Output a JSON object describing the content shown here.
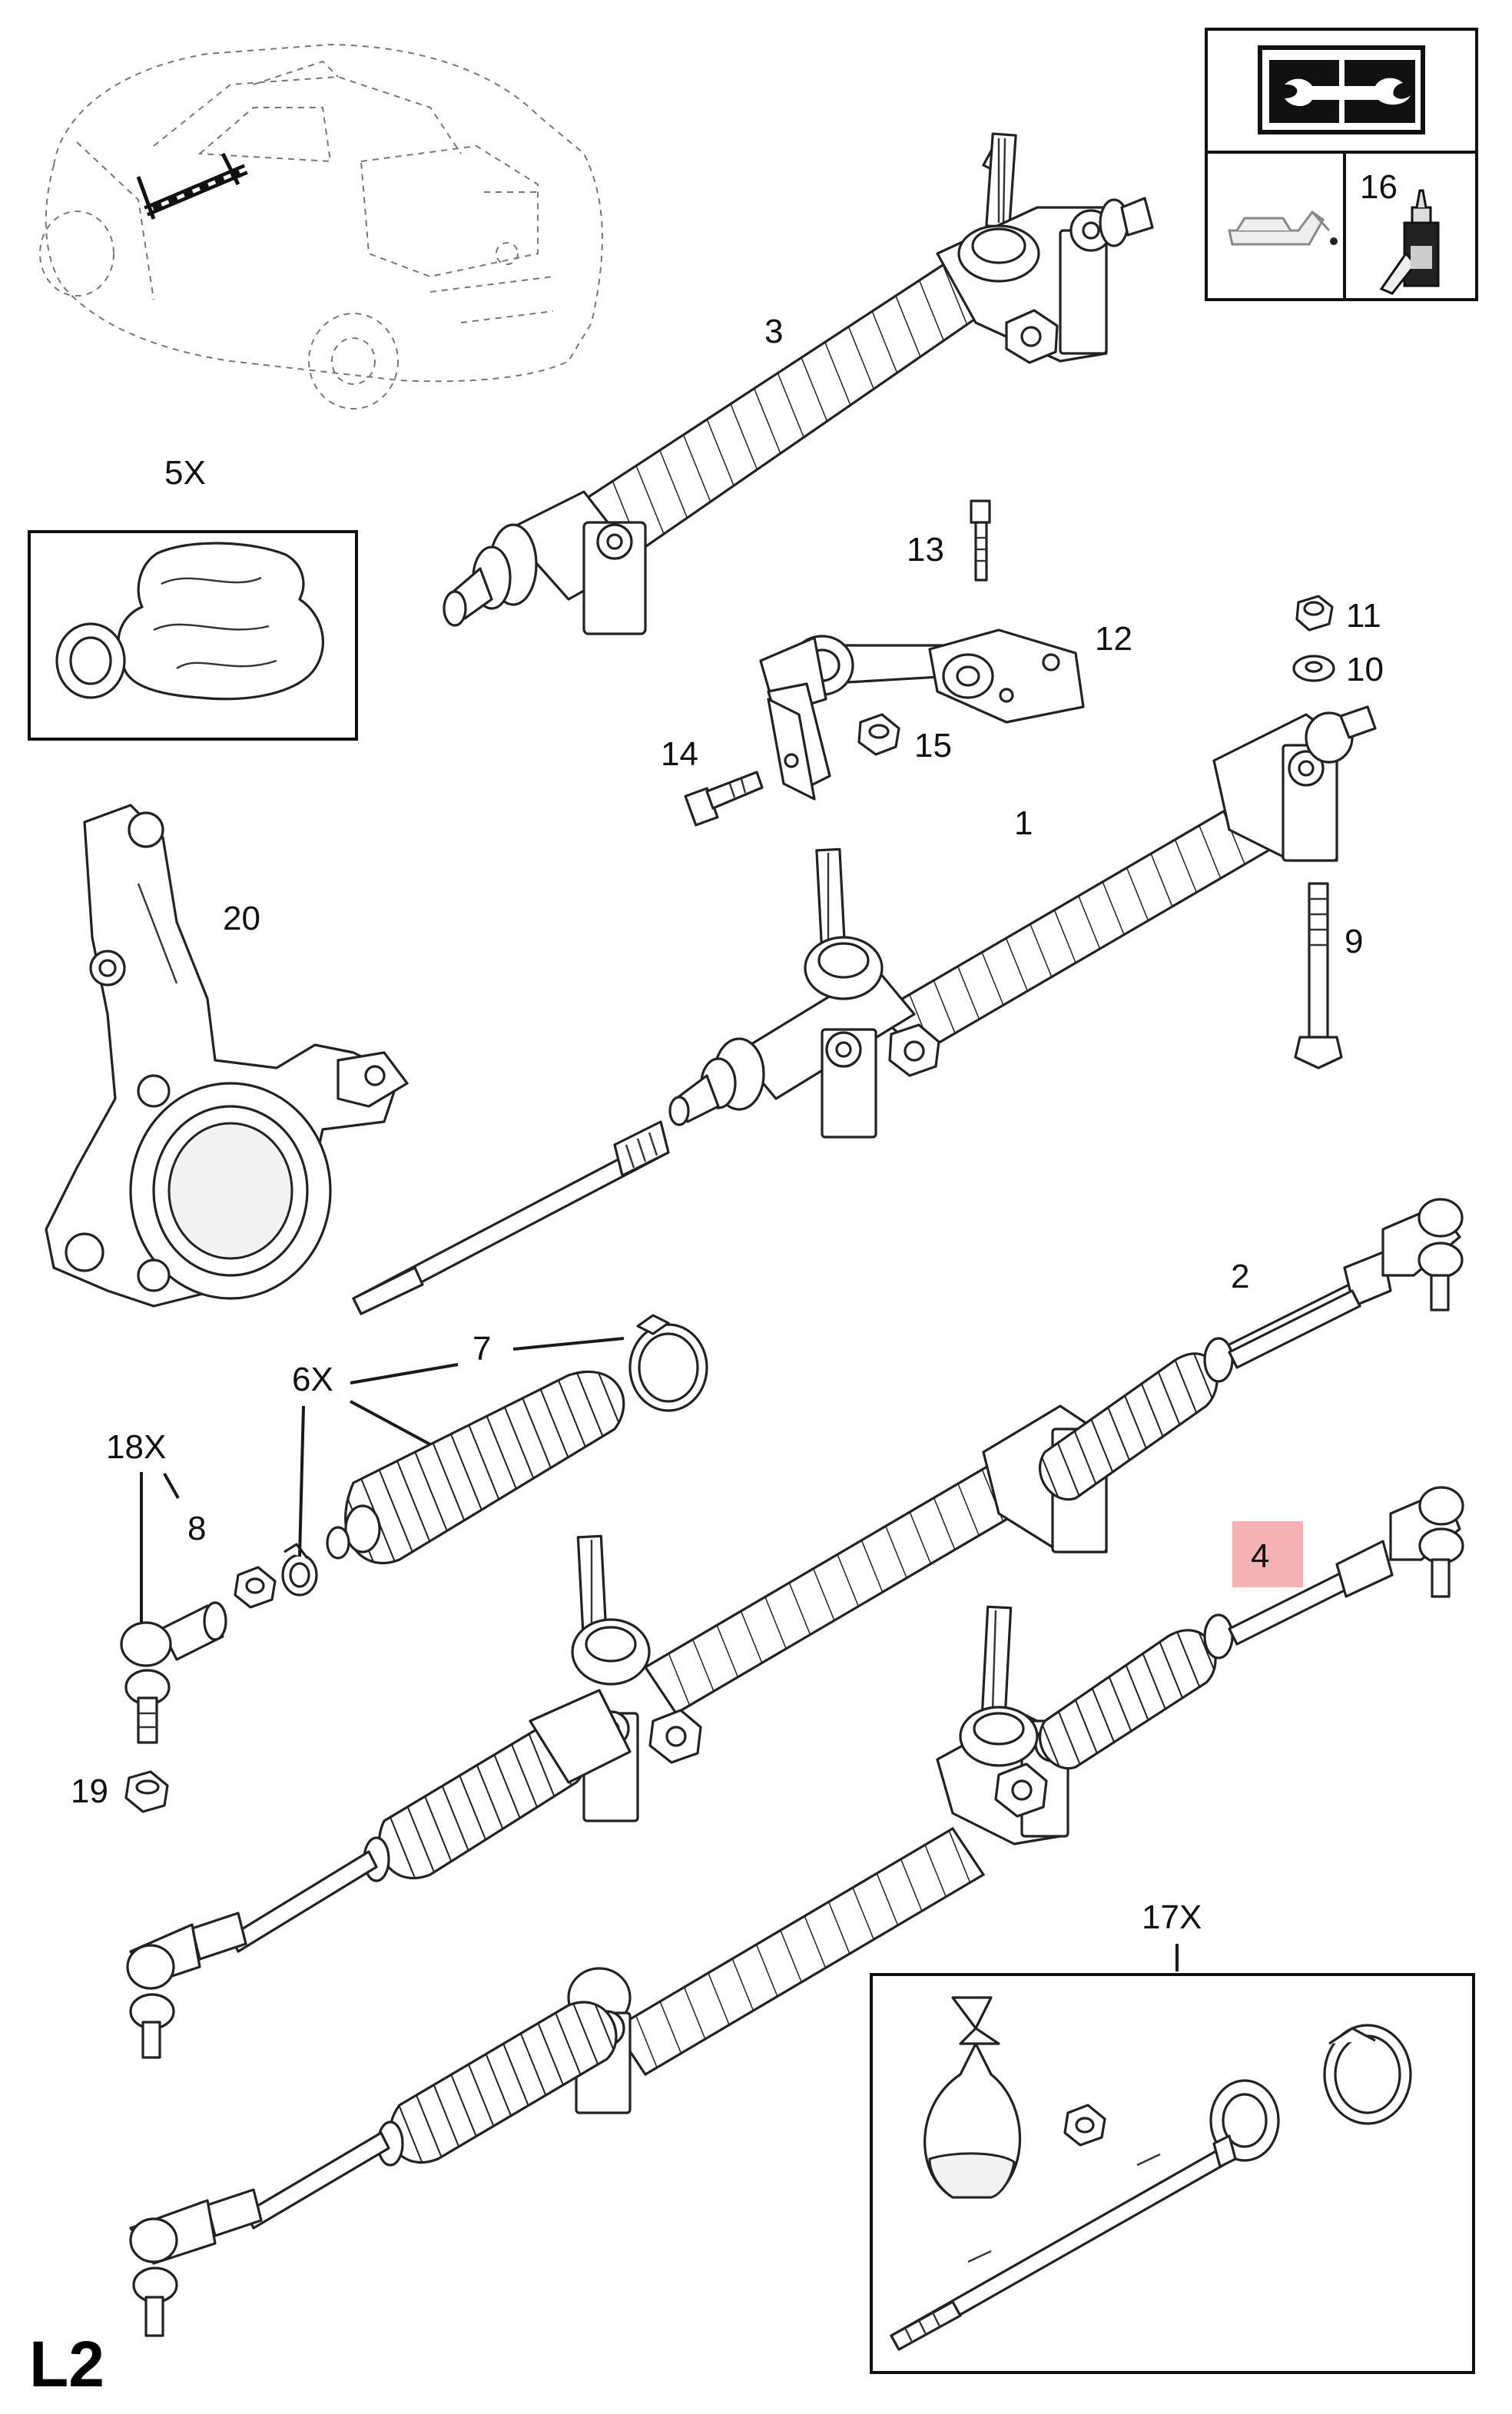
{
  "page_label": "L2",
  "accent_color": "#f4a5a5",
  "labels": {
    "l1": "1",
    "l2": "2",
    "l3": "3",
    "l4": "4",
    "l5x": "5X",
    "l6x": "6X",
    "l7": "7",
    "l8": "8",
    "l9": "9",
    "l10": "10",
    "l11": "11",
    "l12": "12",
    "l13": "13",
    "l14": "14",
    "l15": "15",
    "l16": "16",
    "l17x": "17X",
    "l18x": "18X",
    "l19": "19",
    "l20": "20"
  },
  "legend_icons": [
    "manual-book-icon",
    "oil-can-icon",
    "grease-bottle-icon"
  ]
}
